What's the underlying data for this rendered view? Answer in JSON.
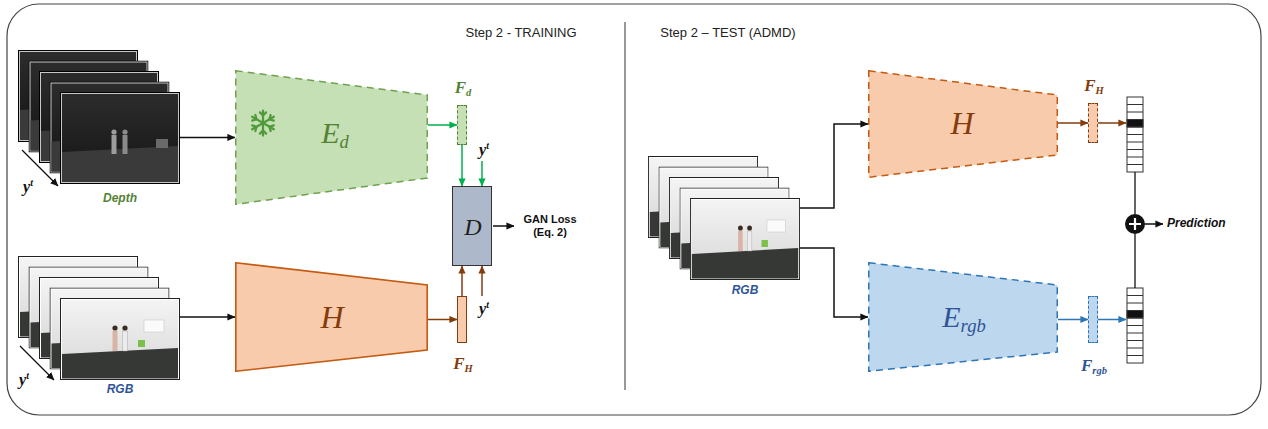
{
  "diagram": {
    "nodes": [
      {
        "text": [
          "Depth"
        ]
      },
      {
        "text": [
          "Ed"
        ]
      },
      {
        "text": [
          "Fd"
        ]
      },
      {
        "text": [
          "D"
        ]
      },
      {
        "text": [
          "RGB"
        ]
      },
      {
        "text": [
          "H"
        ]
      },
      {
        "text": [
          "FH"
        ]
      },
      {
        "text": [
          "RGB"
        ]
      },
      {
        "text": [
          "H"
        ]
      },
      {
        "text": [
          "FH"
        ]
      },
      {
        "text": [
          "Ergb"
        ]
      },
      {
        "text": [
          "Frgb"
        ]
      }
    ],
    "edges": [
      {
        "from": 0,
        "to": 1,
        "arrow": "to"
      },
      {
        "from": 1,
        "to": 2,
        "arrow": "to"
      },
      {
        "from": 2,
        "to": 3,
        "arrow": "to"
      },
      {
        "from": 4,
        "to": 5,
        "arrow": "to"
      },
      {
        "from": 5,
        "to": 6,
        "arrow": "to"
      },
      {
        "from": 6,
        "to": 3,
        "arrow": "to"
      },
      {
        "from": 7,
        "to": 8,
        "arrow": "to"
      },
      {
        "from": 8,
        "to": 9,
        "arrow": "to"
      },
      {
        "from": 7,
        "to": 10,
        "arrow": "to"
      },
      {
        "from": 10,
        "to": 11,
        "arrow": "to"
      }
    ],
    "labels": [
      "Step 2 - TRAINING",
      "Step 2 – TEST (ADMD)",
      "yt",
      "yt",
      "GAN Loss (Eq. 2)",
      "yt",
      "yt",
      "Prediction"
    ]
  }
}
